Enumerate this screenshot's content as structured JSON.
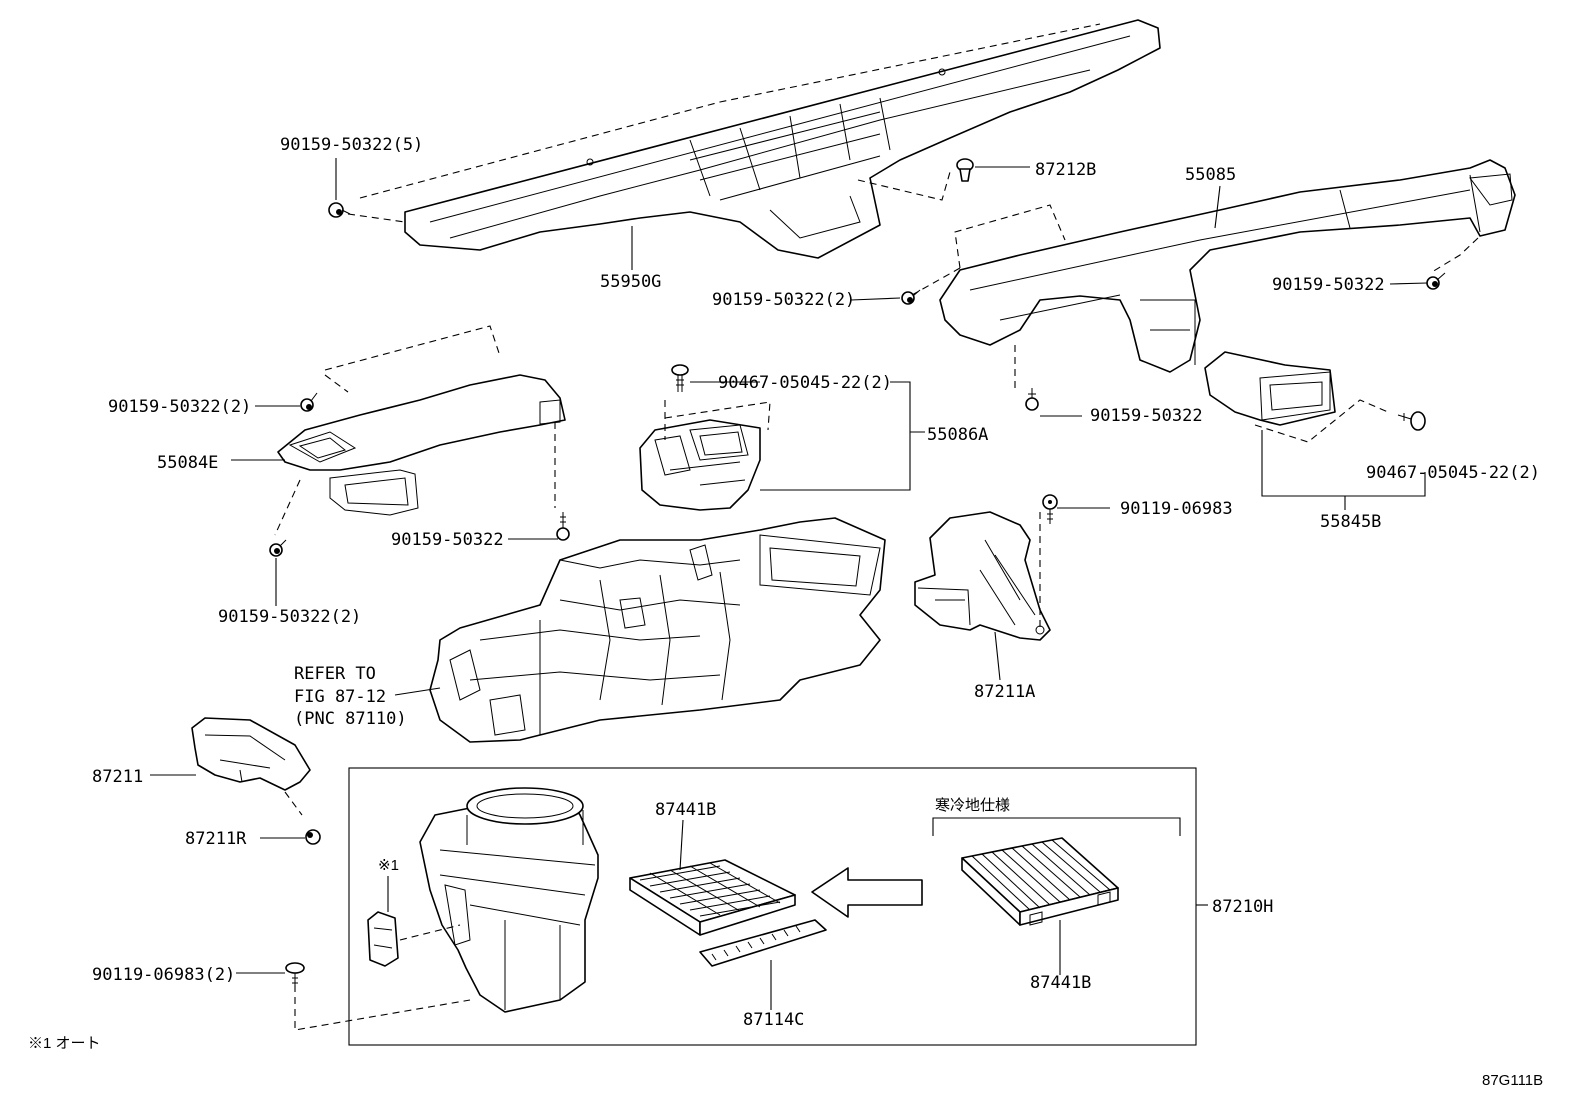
{
  "labels": {
    "p_90159_50322_5": "90159-50322(5)",
    "p_87212B": "87212B",
    "p_55085": "55085",
    "p_55950G": "55950G",
    "p_90159_50322_2_a": "90159-50322(2)",
    "p_90159_50322_a": "90159-50322",
    "p_90159_50322_2_b": "90159-50322(2)",
    "p_55084E": "55084E",
    "p_90467_05045_22_2_a": "90467-05045-22(2)",
    "p_55086A": "55086A",
    "p_90159_50322_b": "90159-50322",
    "p_90467_05045_22_2_b": "90467-05045-22(2)",
    "p_90119_06983": "90119-06983",
    "p_55845B": "55845B",
    "p_90159_50322_c": "90159-50322",
    "p_90159_50322_2_c": "90159-50322(2)",
    "p_87211A": "87211A",
    "refer_line1": "REFER TO",
    "refer_line2": "FIG 87-12",
    "refer_line3": "(PNC 87110)",
    "p_87211": "87211",
    "p_87211R": "87211R",
    "p_87441B_a": "87441B",
    "cold_spec": "寒冷地仕様",
    "note_mark": "※1",
    "p_87210H": "87210H",
    "p_87441B_b": "87441B",
    "p_90119_06983_2": "90119-06983(2)",
    "p_87114C": "87114C",
    "footnote": "※1 オート",
    "figure_code": "87G111B"
  },
  "icons": [
    "bolt-icon",
    "clip-icon",
    "arrow-left-icon"
  ]
}
